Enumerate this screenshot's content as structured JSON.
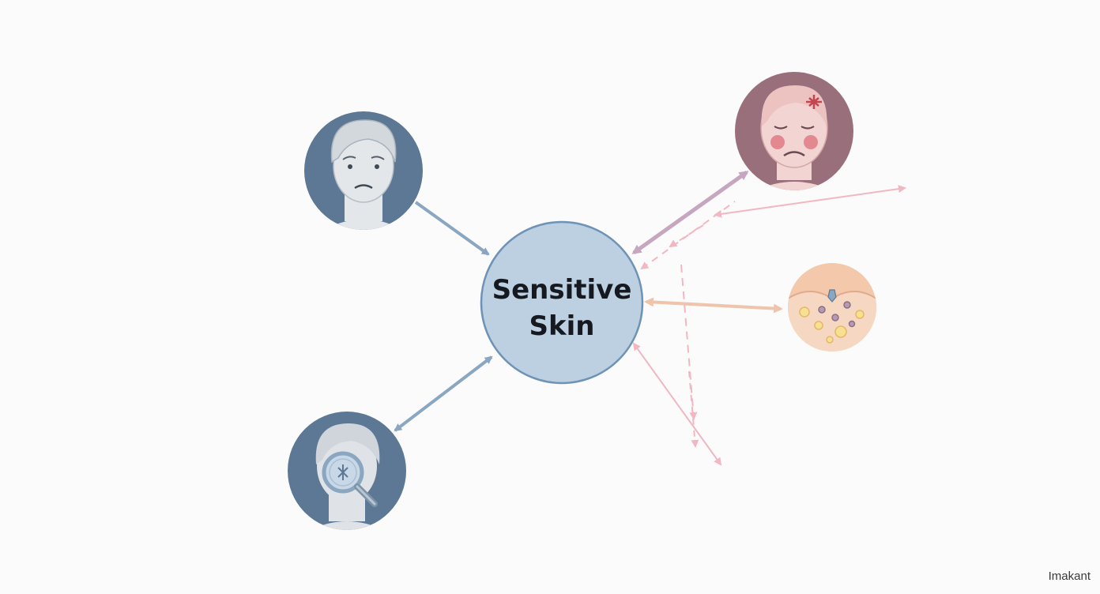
{
  "center": {
    "label_line1": "Sensitive",
    "label_line2": "Skin"
  },
  "watermark": "Imakant",
  "colors": {
    "background": "#fbfbfb",
    "center_fill": "#bcd0e2",
    "center_stroke": "#6f93b6",
    "blue_node": "#5d7894",
    "blue_arrow": "#8aa6c1",
    "mauve_node": "#9a6f7c",
    "mauve_arrow": "#c7a6c0",
    "peach_node": "#f3c8ab",
    "peach_arrow": "#efc4ad",
    "pink_dashed": "#f1b7c2"
  },
  "icons": [
    "worried-face-icon",
    "irritated-face-icon",
    "skin-cells-icon",
    "magnifier-face-icon"
  ]
}
